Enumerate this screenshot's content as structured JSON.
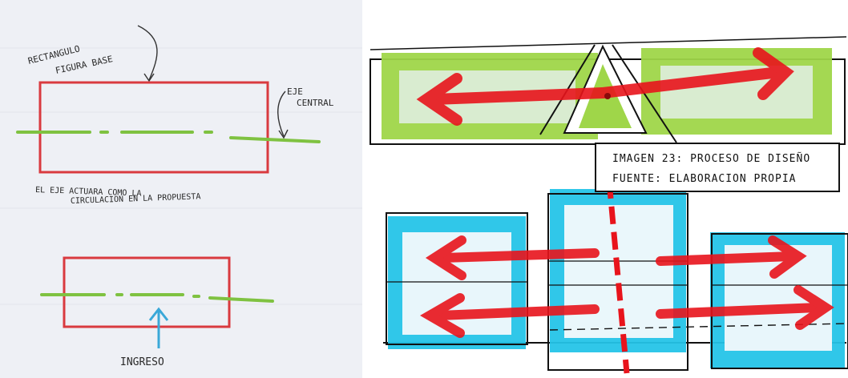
{
  "left_sketch": {
    "label_rectangle": [
      "RECTANGULO",
      "FIGURA BASE"
    ],
    "label_axis": [
      "EJE",
      "CENTRAL"
    ],
    "note": [
      "EL EJE ACTUARA COMO LA",
      "CIRCULACION EN LA PROPUESTA"
    ],
    "label_entrance": "INGRESO"
  },
  "caption": {
    "line1": "IMAGEN 23: PROCESO DE DISEÑO",
    "line2": "FUENTE: ELABORACION PROPIA"
  },
  "colors": {
    "rectangle_stroke": "#d93a3f",
    "axis": "#7fc241",
    "entrance_arrow": "#3aa8d8",
    "green_fill": "#9fd649",
    "cyan_fill": "#25c4e8",
    "red_marker": "#e8141c"
  }
}
